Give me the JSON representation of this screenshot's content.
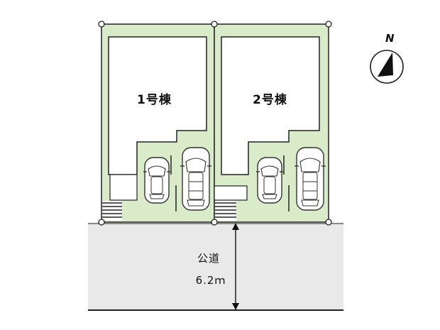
{
  "buildings": [
    {
      "label": "1号棟"
    },
    {
      "label": "2号棟"
    }
  ],
  "road": {
    "name": "公道",
    "width": "6.2ｍ"
  },
  "compass": {
    "label": "N"
  },
  "colors": {
    "lot": "#d9ebc9",
    "road": "#e9e9e9",
    "line": "#222222",
    "building": "#ffffff"
  },
  "icons": [
    "car-icon",
    "stairs-icon",
    "north-arrow-icon"
  ]
}
